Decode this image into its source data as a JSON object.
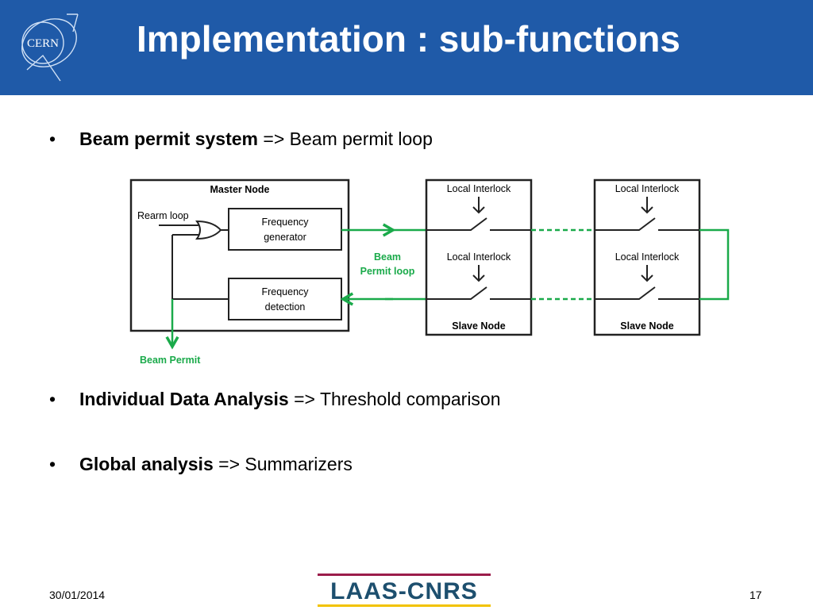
{
  "header": {
    "logo_text": "CERN",
    "title": "Implementation : sub-functions"
  },
  "bullets": [
    {
      "bold": "Beam permit system",
      "rest": " => Beam permit loop"
    },
    {
      "bold": "Individual Data Analysis",
      "rest": " => Threshold comparison"
    },
    {
      "bold": "Global analysis",
      "rest": " => Summarizers"
    }
  ],
  "diagram": {
    "master_node": "Master Node",
    "rearm_loop": "Rearm loop",
    "freq_generator": [
      "Frequency",
      "generator"
    ],
    "freq_detection": [
      "Frequency",
      "detection"
    ],
    "beam_permit_loop": [
      "Beam",
      "Permit loop"
    ],
    "beam_permit": "Beam Permit",
    "local_interlock": "Local Interlock",
    "slave_node": "Slave Node",
    "colors": {
      "loop": "#1aaa4a",
      "box": "#222222"
    }
  },
  "footer": {
    "date": "30/01/2014",
    "page": "17",
    "lab_logo_text": "LAAS-CNRS"
  }
}
